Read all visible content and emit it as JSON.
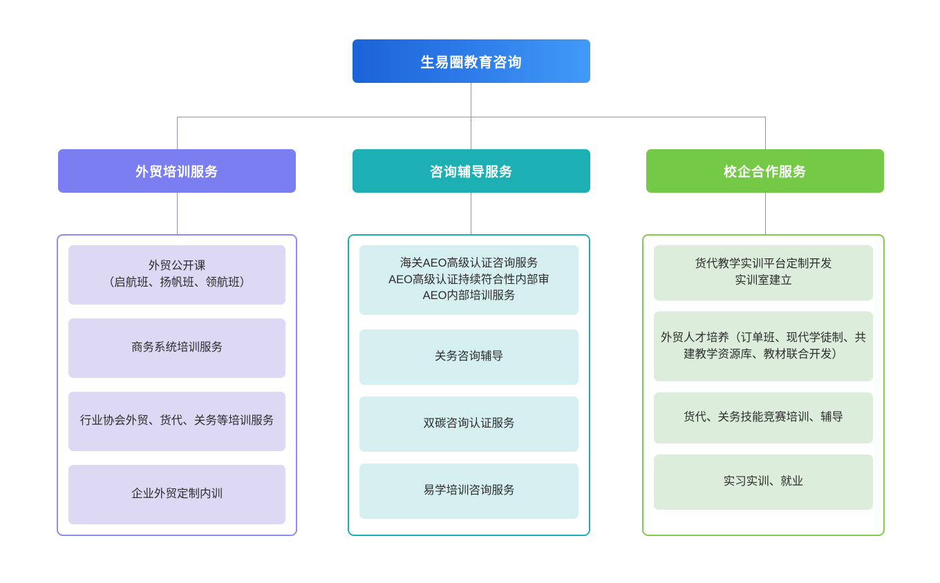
{
  "diagram": {
    "type": "organization-tree",
    "root": {
      "label": "生易圈教育咨询"
    },
    "branches": [
      {
        "id": "waimao-peixun",
        "header": "外贸培训服务",
        "header_color": "#7b7ef0",
        "border_color": "#8d8cf2",
        "item_color": "#ddd9f4",
        "items": [
          "外贸公开课\n（启航班、扬帆班、领航班）",
          "商务系统培训服务",
          "行业协会外贸、货代、关务等培训服务",
          "企业外贸定制内训"
        ]
      },
      {
        "id": "zixun-fudao",
        "header": "咨询辅导服务",
        "header_color": "#1cb0b4",
        "border_color": "#1cb0b4",
        "item_color": "#d6eff0",
        "items": [
          "海关AEO高级认证咨询服务\nAEO高级认证持续符合性内部审\nAEO内部培训服务",
          "关务咨询辅导",
          "双碳咨询认证服务",
          "易学培训咨询服务"
        ]
      },
      {
        "id": "xiaoqi-hezuo",
        "header": "校企合作服务",
        "header_color": "#74c947",
        "border_color": "#7ece4b",
        "item_color": "#dceedb",
        "items": [
          "货代教学实训平台定制开发\n实训室建立",
          "外贸人才培养（订单班、现代学徒制、共建教学资源库、教材联合开发）",
          "货代、关务技能竞赛培训、辅导",
          "实习实训、就业"
        ]
      }
    ],
    "connector_color": "#8a95a5",
    "root_gradient": {
      "from": "#1b63d8",
      "to": "#429af7"
    },
    "background": "#ffffff"
  }
}
